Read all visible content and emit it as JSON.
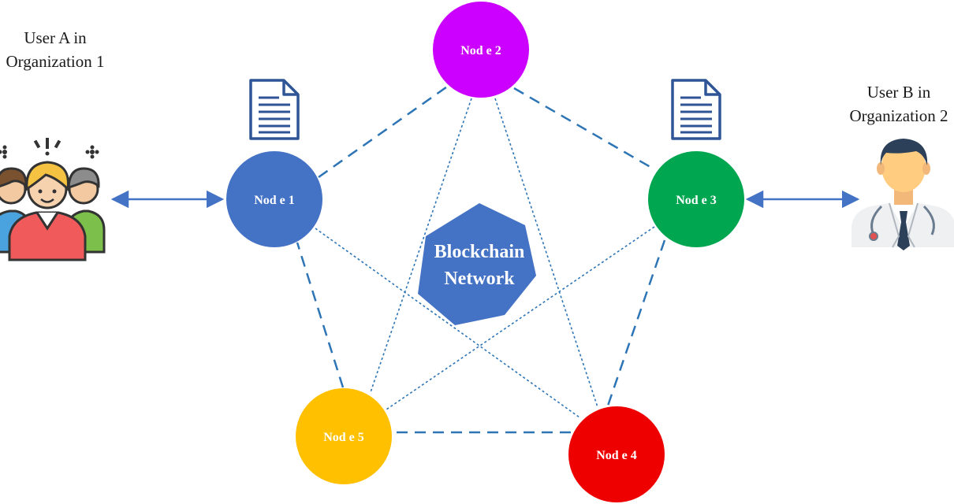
{
  "users": [
    {
      "line1": "User A in",
      "line2": "Organization 1",
      "icon": "user-group-icon"
    },
    {
      "line1": "User B in",
      "line2": "Organization 2",
      "icon": "doctor-icon"
    }
  ],
  "nodes": [
    {
      "id": "node-1",
      "label": "Nod e 1",
      "color": "#4472c4"
    },
    {
      "id": "node-2",
      "label": "Nod e 2",
      "color": "#cc00ff"
    },
    {
      "id": "node-3",
      "label": "Nod e 3",
      "color": "#00a650"
    },
    {
      "id": "node-4",
      "label": "Nod e 4",
      "color": "#ee0000"
    },
    {
      "id": "node-5",
      "label": "Nod e 5",
      "color": "#ffc000"
    }
  ],
  "center": {
    "line1": "Blockchain",
    "line2": "Network",
    "color": "#4472c4"
  },
  "colors": {
    "link": "#2e75b6",
    "arrow": "#4472c4",
    "document": "#2f5597"
  },
  "icons": [
    "document-icon",
    "user-group-icon",
    "doctor-icon"
  ]
}
